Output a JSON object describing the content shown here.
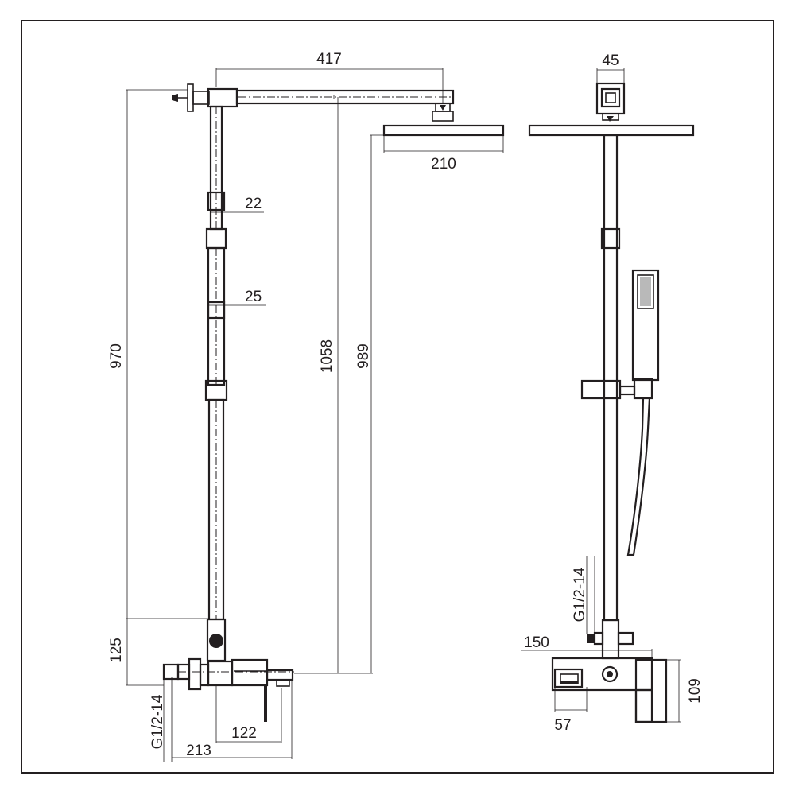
{
  "dimensions": {
    "arm_length": "417",
    "head_width": "210",
    "riser_upper_diameter": "22",
    "riser_lower_diameter": "25",
    "riser_height": "970",
    "overall_height": "1058",
    "head_height": "989",
    "valve_height": "125",
    "inlet_thread_front": "G1/2-14",
    "spout_length": "122",
    "body_length": "213",
    "side_arm_width": "45",
    "inlet_thread_side": "G1/2-14",
    "side_body_width": "150",
    "side_body_depth": "57",
    "side_body_height": "109"
  },
  "colors": {
    "ink": "#231f20",
    "paper": "#ffffff"
  }
}
